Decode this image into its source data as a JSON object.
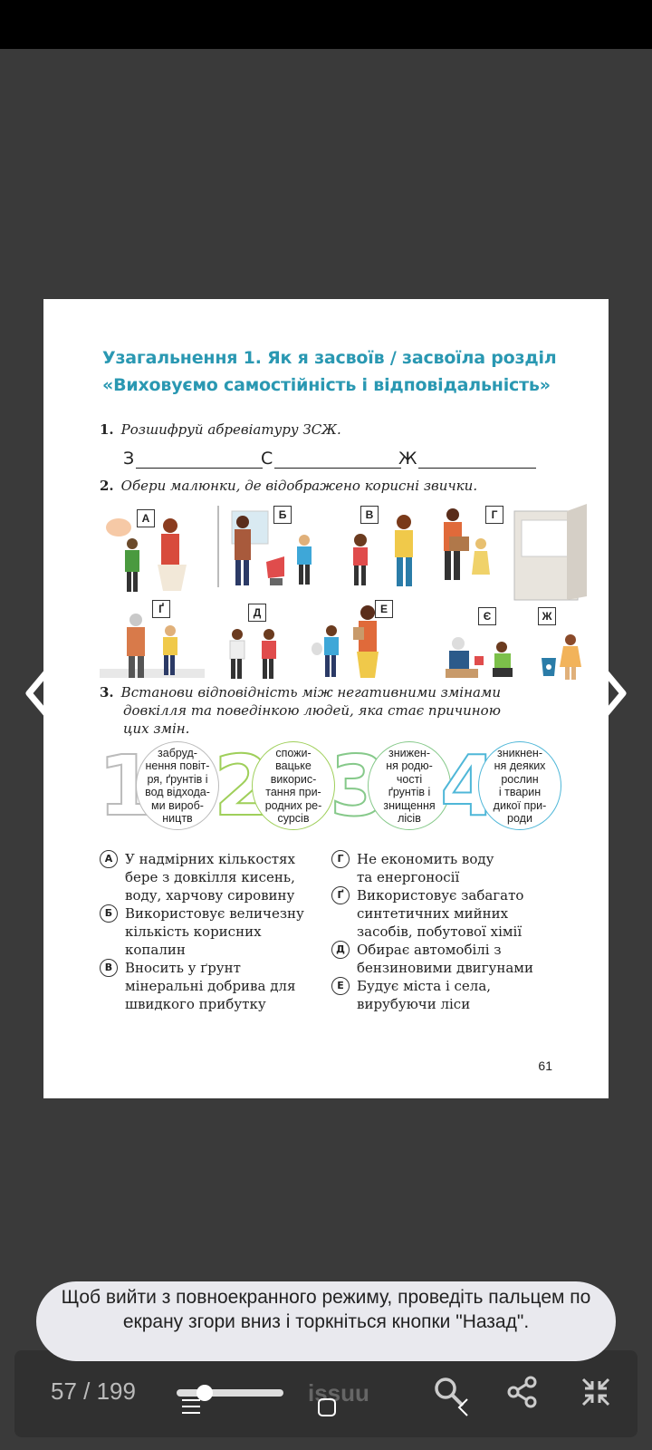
{
  "page": {
    "title_line1": "Узагальнення 1. Як я засвоїв / засвоїла розділ",
    "title_line2": "«Виховуємо самостійність і відповідальність»",
    "q1_num": "1.",
    "q1_text": "Розшифруй абревіатуру ЗСЖ.",
    "abbr_letters": [
      "З",
      "С",
      "Ж"
    ],
    "q2_num": "2.",
    "q2_text": "Обери малюнки, де відображено корисні звички.",
    "pictures_row1": [
      "А",
      "Б",
      "В",
      "Г"
    ],
    "pictures_row2": [
      "Ґ",
      "Д",
      "Е",
      "Є",
      "Ж"
    ],
    "q3_num": "3.",
    "q3_line1": "Встанови відповідність між негативними змінами",
    "q3_line2": "довкілля та поведінкою людей, яка стає причиною",
    "q3_line3": "цих змін.",
    "changes": [
      {
        "num": "1",
        "text": "забруд-\nнення повіт-\nря, ґрунтів і\nвод відхода-\nми вироб-\nництв",
        "color": "#bbbbbb"
      },
      {
        "num": "2",
        "text": "спожи-\nвацьке\nвикорис-\nтання при-\nродних ре-\nсурсів",
        "color": "#9fcf5a"
      },
      {
        "num": "3",
        "text": "знижен-\nня родю-\nчості\nґрунтів і\nзнищення\nлісів",
        "color": "#86c98a"
      },
      {
        "num": "4",
        "text": "зникнен-\nня деяких\nрослин\nі тварин\nдикої при-\nроди",
        "color": "#4fb7d8"
      }
    ],
    "options_left": [
      {
        "mark": "А",
        "text": "У надмірних кількостях\nбере з довкілля кисень,\nводу, харчову сировину"
      },
      {
        "mark": "Б",
        "text": "Використовує величезну\nкількість корисних\nкопалин"
      },
      {
        "mark": "В",
        "text": "Вносить у ґрунт\nмінеральні добрива для\nшвидкого прибутку"
      }
    ],
    "options_right": [
      {
        "mark": "Г",
        "text": "Не економить воду\nта енергоносії"
      },
      {
        "mark": "Ґ",
        "text": "Використовує забагато\nсинтетичних мийних\nзасобів, побутової хімії"
      },
      {
        "mark": "Д",
        "text": "Обирає автомобілі з\nбензиновими двигунами"
      },
      {
        "mark": "Е",
        "text": "Будує міста і села,\nвирубуючи ліси"
      }
    ],
    "page_number": "61"
  },
  "toast": {
    "text": "Щоб вийти з повноекранного режиму, проведіть пальцем по екрану згори вниз і торкніться кнопки \"Назад\"."
  },
  "viewer": {
    "pager": "57 / 199",
    "progress": 0.29,
    "brand": "issuu"
  },
  "icons": [
    "chevron-left-icon",
    "chevron-right-icon",
    "search-icon",
    "share-icon",
    "exit-fullscreen-icon",
    "menu-icon",
    "home-icon",
    "back-icon"
  ]
}
